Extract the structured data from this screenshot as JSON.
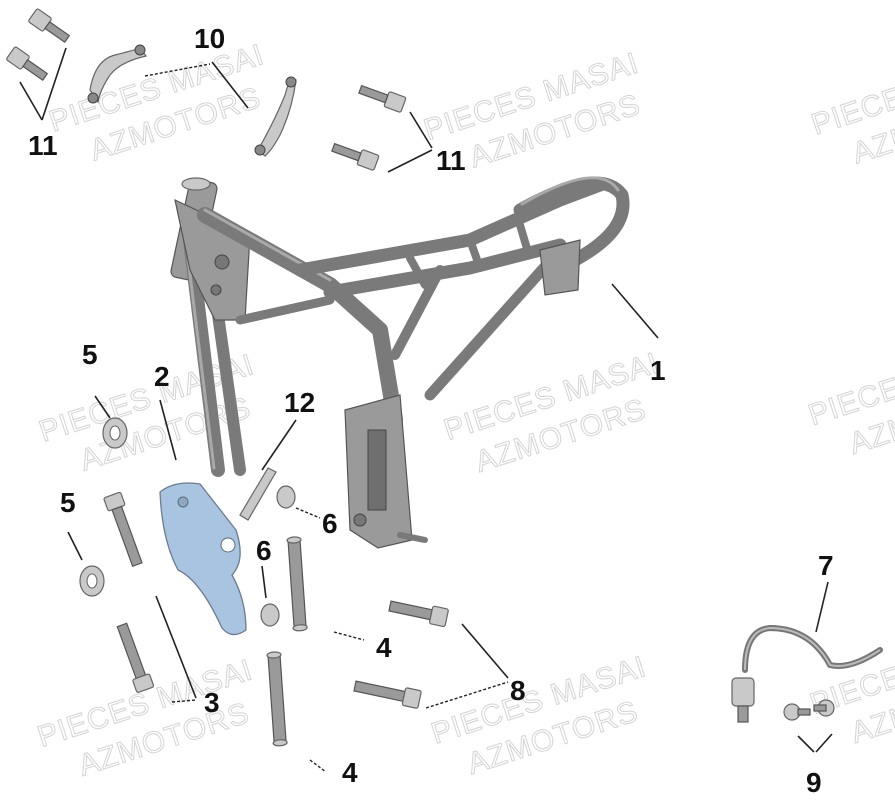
{
  "callouts": {
    "c1": "1",
    "c2": "2",
    "c3": "3",
    "c4a": "4",
    "c4b": "4",
    "c5a": "5",
    "c5b": "5",
    "c6a": "6",
    "c6b": "6",
    "c7": "7",
    "c8": "8",
    "c9": "9",
    "c10": "10",
    "c11a": "11",
    "c11b": "11",
    "c12": "12"
  },
  "watermark": {
    "line1": "PIECES MASAI",
    "line2": "AZMOTORS"
  },
  "colors": {
    "frame": "#7a7a7a",
    "bracket_highlight": "#a9c4e0",
    "text": "#111111",
    "watermark": "#d4d4d4"
  }
}
